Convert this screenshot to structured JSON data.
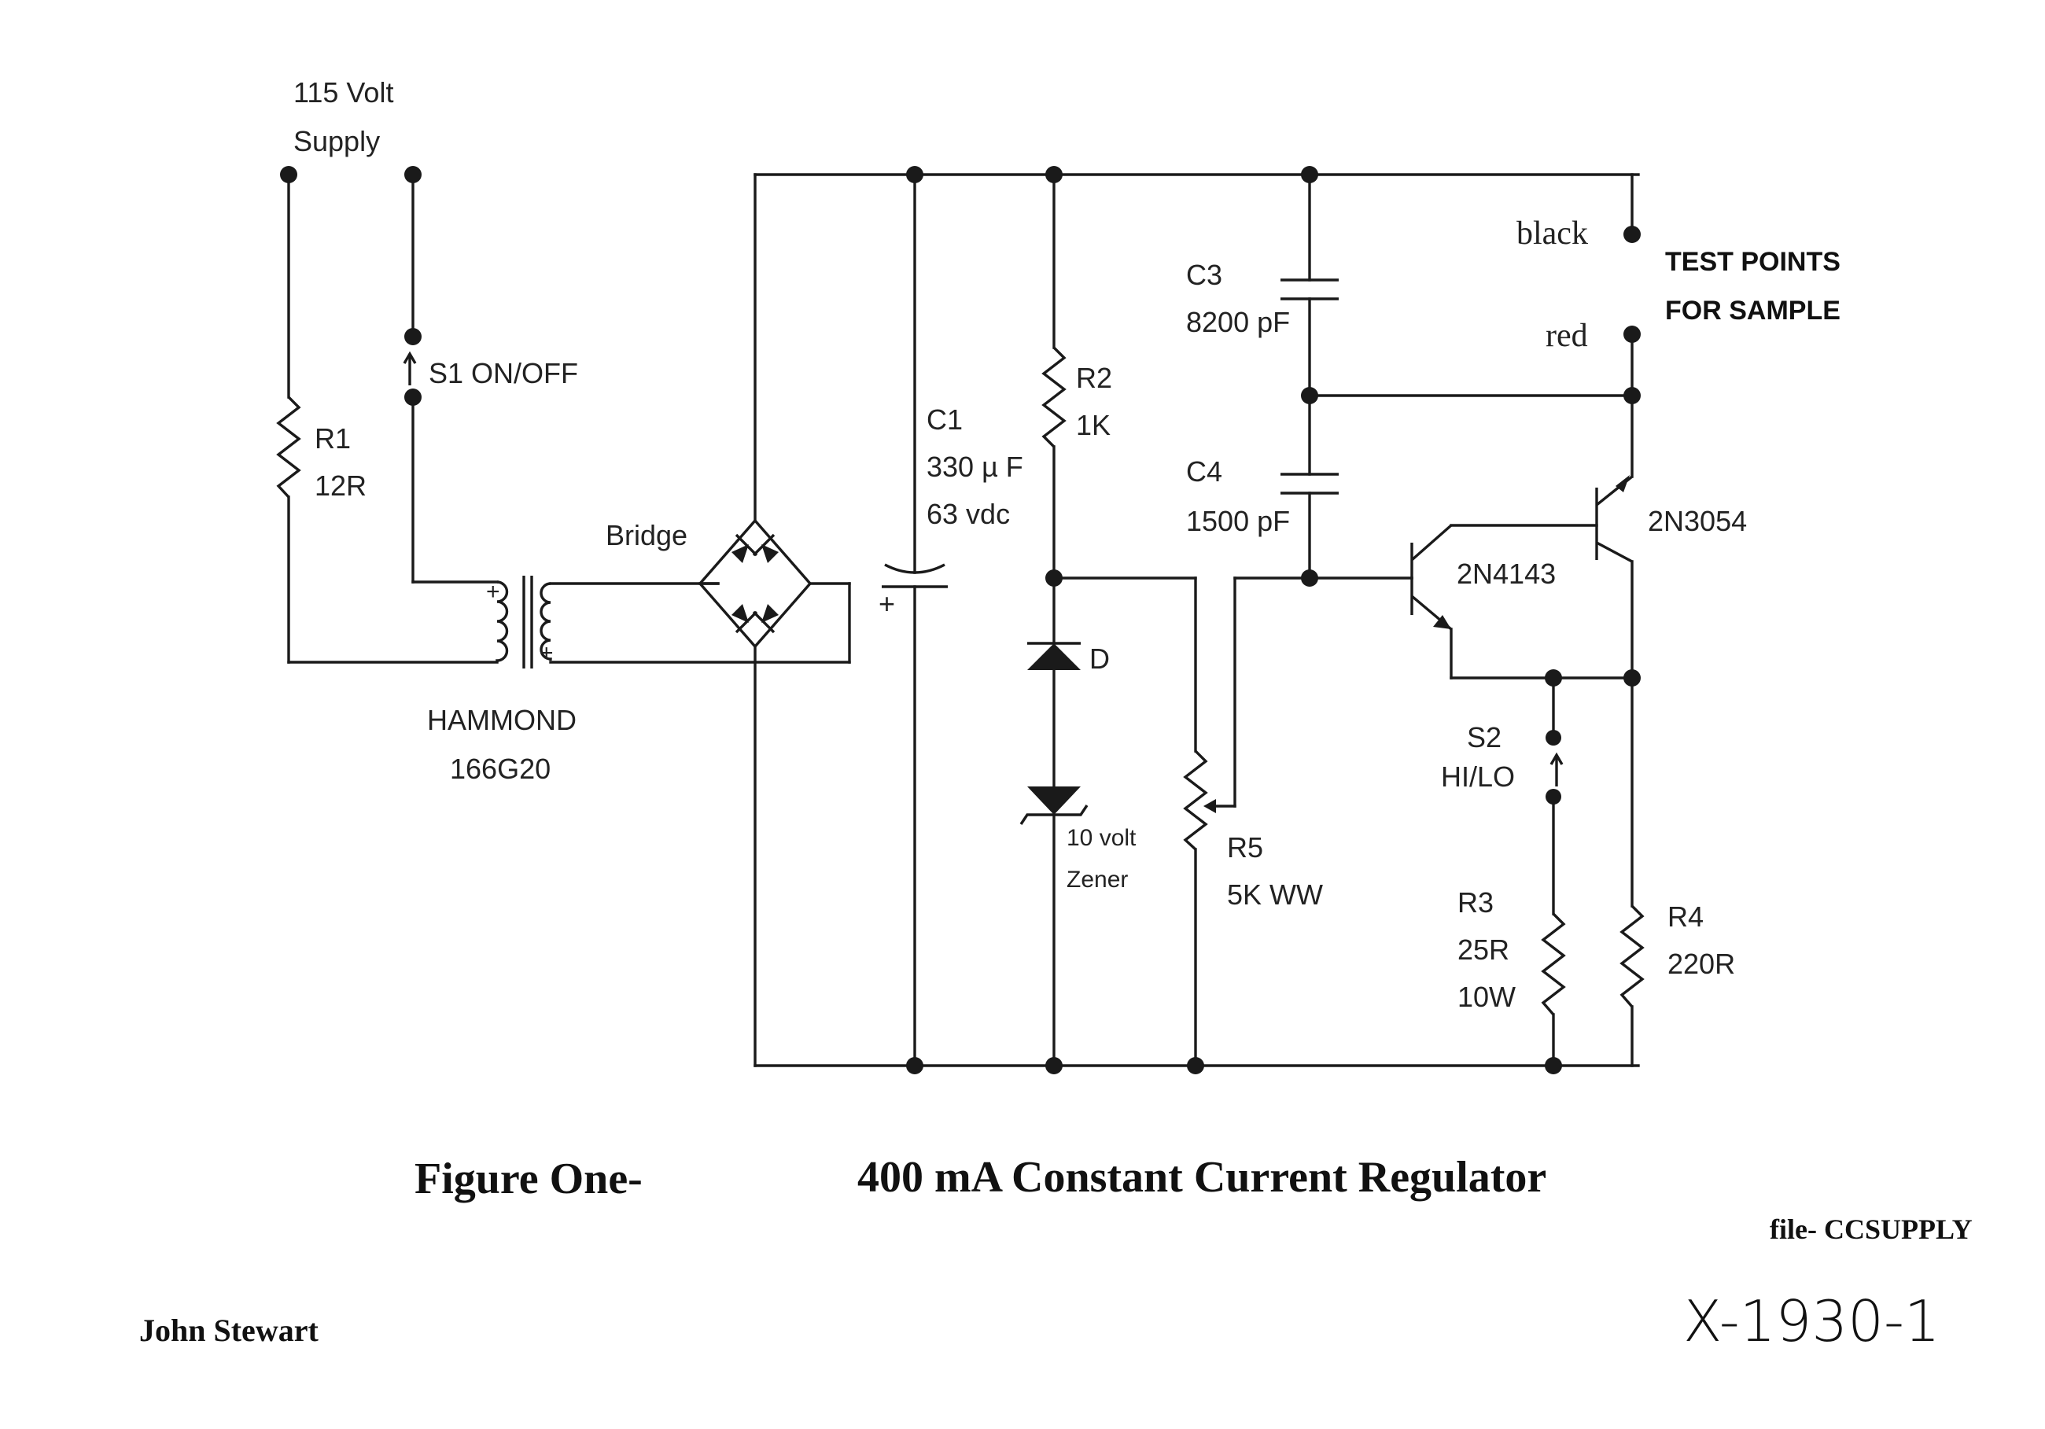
{
  "supply": {
    "line1": "115 Volt",
    "line2": "Supply"
  },
  "switch1": {
    "label": "S1 ON/OFF"
  },
  "r1": {
    "name": "R1",
    "value": "12R"
  },
  "transformer": {
    "maker": "HAMMOND",
    "model": "166G20"
  },
  "bridge": {
    "label": "Bridge"
  },
  "c1": {
    "name": "C1",
    "value": "330 µ F",
    "rating": "63 vdc"
  },
  "r2": {
    "name": "R2",
    "value": "1K"
  },
  "diode": {
    "label": "D"
  },
  "zener": {
    "line1": "10 volt",
    "line2": "Zener"
  },
  "c3": {
    "name": "C3",
    "value": "8200 pF"
  },
  "c4": {
    "name": "C4",
    "value": "1500 pF"
  },
  "r5": {
    "name": "R5",
    "value": "5K WW"
  },
  "q1": {
    "label": "2N4143"
  },
  "q2": {
    "label": "2N3054"
  },
  "switch2": {
    "name": "S2",
    "label": "HI/LO"
  },
  "r3": {
    "name": "R3",
    "value": "25R",
    "power": "10W"
  },
  "r4": {
    "name": "R4",
    "value": "220R"
  },
  "test_points": {
    "black": "black",
    "red": "red",
    "line1": "TEST POINTS",
    "line2": "FOR SAMPLE"
  },
  "caption": {
    "figure": "Figure One-",
    "title": "400 mA Constant Current Regulator"
  },
  "file_ref": "file- CCSUPPLY",
  "author": "John Stewart",
  "doc_number": "X-1930-1",
  "cap_polarity": "+"
}
